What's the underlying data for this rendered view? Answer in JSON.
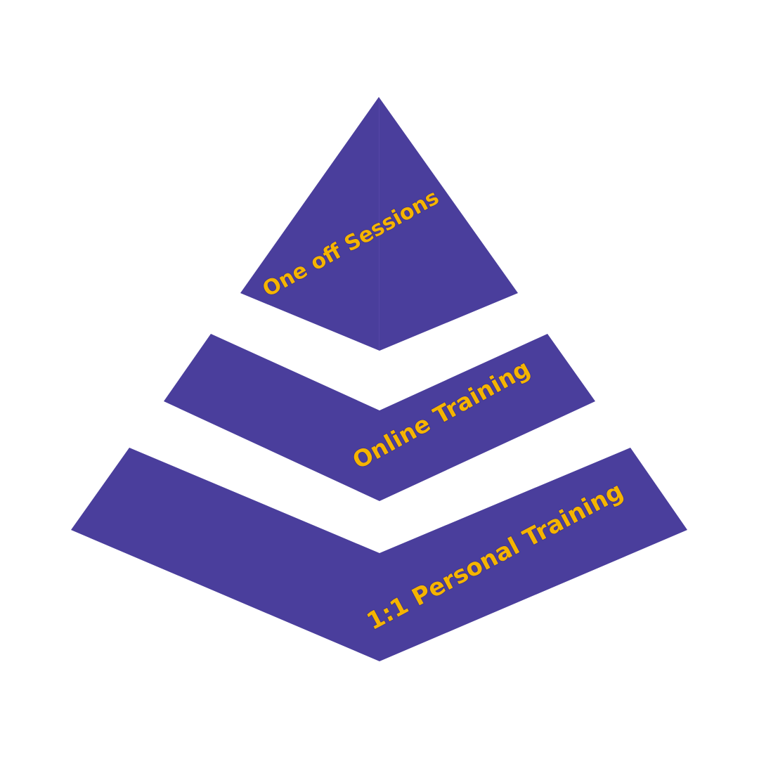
{
  "diagram": {
    "type": "pyramid",
    "colors": {
      "background": "#ffffff",
      "tier_fill": "#4a3e9c",
      "label_color": "#f5b400"
    },
    "tiers": [
      {
        "label": "One off Sessions"
      },
      {
        "label": "Online Training"
      },
      {
        "label": "1:1 Personal Training"
      }
    ]
  }
}
